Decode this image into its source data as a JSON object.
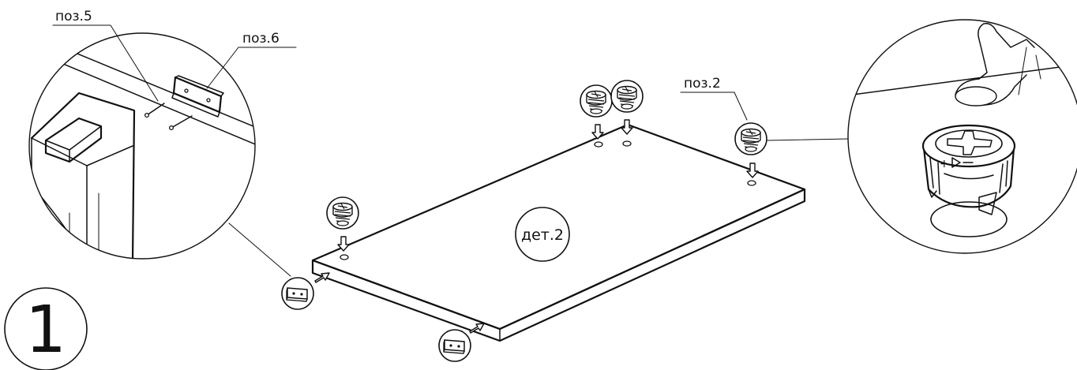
{
  "step": {
    "number": "1"
  },
  "labels": {
    "pos5": "поз.5",
    "pos6": "поз.6",
    "pos2": "поз.2",
    "det2": "дет.2"
  },
  "icons": {
    "cam": "cam-lock-icon",
    "bracket": "bracket-icon",
    "arrow": "insert-arrow-icon"
  },
  "colors": {
    "line": "#111111",
    "background": "#ffffff"
  }
}
